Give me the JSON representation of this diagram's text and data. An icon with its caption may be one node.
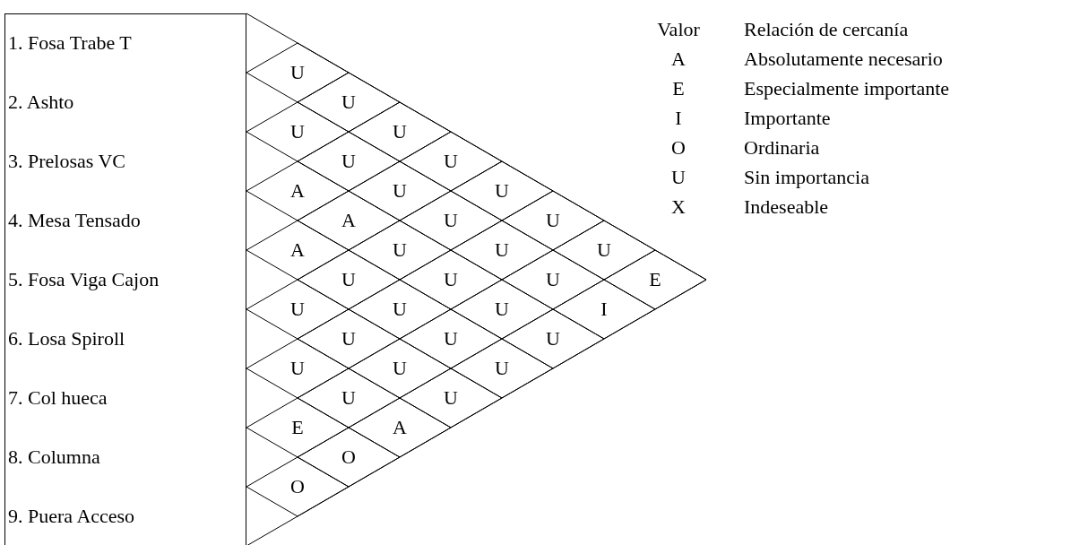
{
  "diagram": {
    "nodes": [
      {
        "text": [
          "1. Fosa Trabe T",
          "2. Ashto",
          "3. Prelosas VC",
          "4. Mesa Tensado",
          "5. Fosa Viga Cajon",
          "6. Losa Spiroll",
          "7. Col hueca",
          "8. Columna",
          "9. Puera Acceso"
        ]
      },
      {
        "text": [
          "U"
        ]
      },
      {
        "text": [
          "U"
        ]
      },
      {
        "text": [
          "U"
        ]
      },
      {
        "text": [
          "U"
        ]
      },
      {
        "text": [
          "U"
        ]
      },
      {
        "text": [
          "U"
        ]
      },
      {
        "text": [
          "A"
        ]
      },
      {
        "text": [
          "U"
        ]
      },
      {
        "text": [
          "U"
        ]
      },
      {
        "text": [
          "A"
        ]
      },
      {
        "text": [
          "U"
        ]
      },
      {
        "text": [
          "U"
        ]
      },
      {
        "text": [
          "A"
        ]
      },
      {
        "text": [
          "U"
        ]
      },
      {
        "text": [
          "U"
        ]
      },
      {
        "text": [
          "U"
        ]
      },
      {
        "text": [
          "U"
        ]
      },
      {
        "text": [
          "U"
        ]
      },
      {
        "text": [
          "U"
        ]
      },
      {
        "text": [
          "E"
        ]
      },
      {
        "text": [
          "U"
        ]
      },
      {
        "text": [
          "U"
        ]
      },
      {
        "text": [
          "U"
        ]
      },
      {
        "text": [
          "I"
        ]
      },
      {
        "text": [
          "U"
        ]
      },
      {
        "text": [
          "U"
        ]
      },
      {
        "text": [
          "U"
        ]
      },
      {
        "text": [
          "U"
        ]
      },
      {
        "text": [
          "U"
        ]
      },
      {
        "text": [
          "U"
        ]
      },
      {
        "text": [
          "U"
        ]
      },
      {
        "text": [
          "U"
        ]
      },
      {
        "text": [
          "E"
        ]
      },
      {
        "text": [
          "A"
        ]
      },
      {
        "text": [
          "O"
        ]
      },
      {
        "text": [
          "O"
        ]
      }
    ],
    "labels": [
      "Valor",
      "Relación de cercanía",
      "A",
      "Absolutamente necesario",
      "E",
      "Especialmente importante",
      "I",
      "Importante",
      "O",
      "Ordinaria",
      "U",
      "Sin importancia",
      "X",
      "Indeseable"
    ]
  }
}
